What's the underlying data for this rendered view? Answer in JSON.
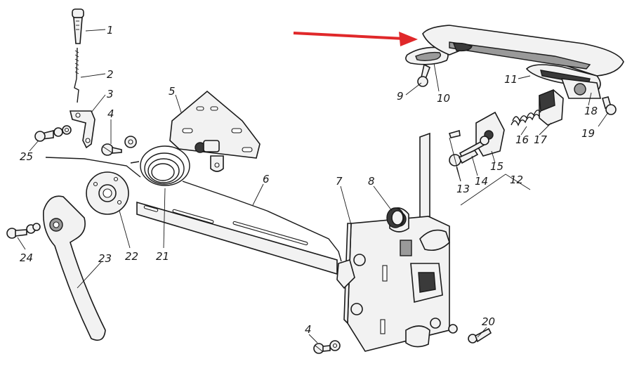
{
  "callouts": [
    "1",
    "2",
    "3",
    "4",
    "5",
    "6",
    "7",
    "8",
    "9",
    "10",
    "11",
    "12",
    "13",
    "14",
    "15",
    "16",
    "17",
    "18",
    "19",
    "20",
    "21",
    "22",
    "23",
    "24",
    "25",
    "4"
  ],
  "accent_color": "#e0282a"
}
